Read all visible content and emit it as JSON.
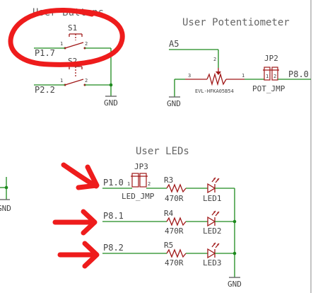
{
  "sections": {
    "buttons_title": "User Buttons",
    "pot_title": "User Potentiometer",
    "leds_title": "User LEDs"
  },
  "buttons": {
    "s1": "S1",
    "s2": "S2",
    "p17": "P1.7",
    "p22": "P2.2",
    "pin1_a": "1",
    "pin2_a": "2",
    "pin1_b": "1",
    "pin2_b": "2",
    "gnd": "GND"
  },
  "pot": {
    "a5": "A5",
    "pin2": "2",
    "pin3": "3",
    "pin1": "1",
    "part": "EVL-HFKA05B54",
    "gnd": "GND",
    "jp2": "JP2",
    "jp2_pin1": "1",
    "jp2_pin2": "2",
    "jmp": "POT_JMP",
    "p80": "P8.0"
  },
  "leds": {
    "jp3": "JP3",
    "jp3_pin1": "1",
    "jp3_pin2": "2",
    "jmp": "LED_JMP",
    "p10": "P1.0",
    "p81": "P8.1",
    "p82": "P8.2",
    "r3": "R3",
    "r4": "R4",
    "r5": "R5",
    "rval3": "470R",
    "rval4": "470R",
    "rval5": "470R",
    "led1": "LED1",
    "led2": "LED2",
    "led3": "LED3",
    "gnd": "GND",
    "left_gnd": "GND"
  },
  "colors": {
    "wire": "#1d8a1d",
    "component": "#a01818",
    "label": "#444444",
    "annotation": "#ee1c1c"
  }
}
